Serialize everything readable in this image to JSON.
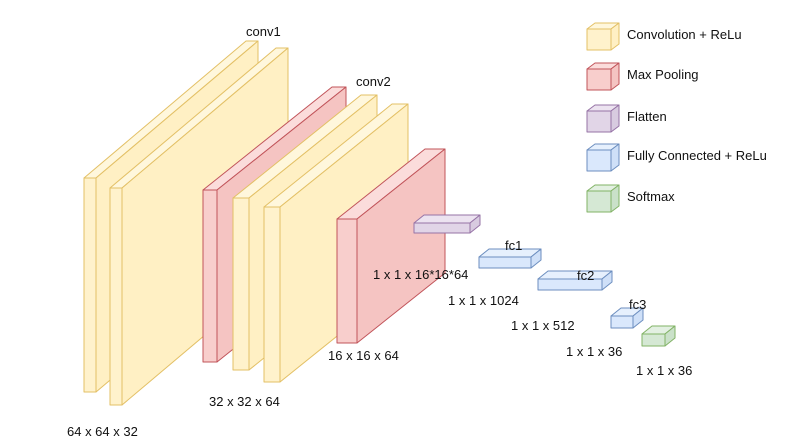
{
  "colors": {
    "conv": {
      "front": "#fff2cc",
      "top": "#fff7dc",
      "side": "#fff0c4",
      "stroke": "#e3c066"
    },
    "pool": {
      "front": "#f8cecc",
      "top": "#fbdcdb",
      "side": "#f5c4c2",
      "stroke": "#c1545a"
    },
    "flatten": {
      "front": "#e1d5e7",
      "top": "#ece3f0",
      "side": "#d8cbe0",
      "stroke": "#9673a6"
    },
    "fc": {
      "front": "#dae8fc",
      "top": "#e6f0fd",
      "side": "#cfe0f8",
      "stroke": "#6c8ebf"
    },
    "softmax": {
      "front": "#d5e8d4",
      "top": "#e3f0e2",
      "side": "#cae1c9",
      "stroke": "#82b366"
    }
  },
  "legend": [
    {
      "type": "conv",
      "label": "Convolution + ReLu"
    },
    {
      "type": "pool",
      "label": "Max Pooling"
    },
    {
      "type": "flatten",
      "label": "Flatten"
    },
    {
      "type": "fc",
      "label": "Fully Connected + ReLu"
    },
    {
      "type": "softmax",
      "label": "Softmax"
    }
  ],
  "layer_names": {
    "conv1": "conv1",
    "conv2": "conv2",
    "fc1": "fc1",
    "fc2": "fc2",
    "fc3": "fc3"
  },
  "dimensions": {
    "conv1": "64 x 64 x 32",
    "conv2": "32 x 32 x 64",
    "pool2": "16 x 16 x 64",
    "flatten": "1 x 1 x 16*16*64",
    "fc1": "1 x 1 x 1024",
    "fc2": "1 x 1 x 512",
    "fc3": "1 x 1 x 36",
    "softmax": "1 x 1 x 36"
  }
}
